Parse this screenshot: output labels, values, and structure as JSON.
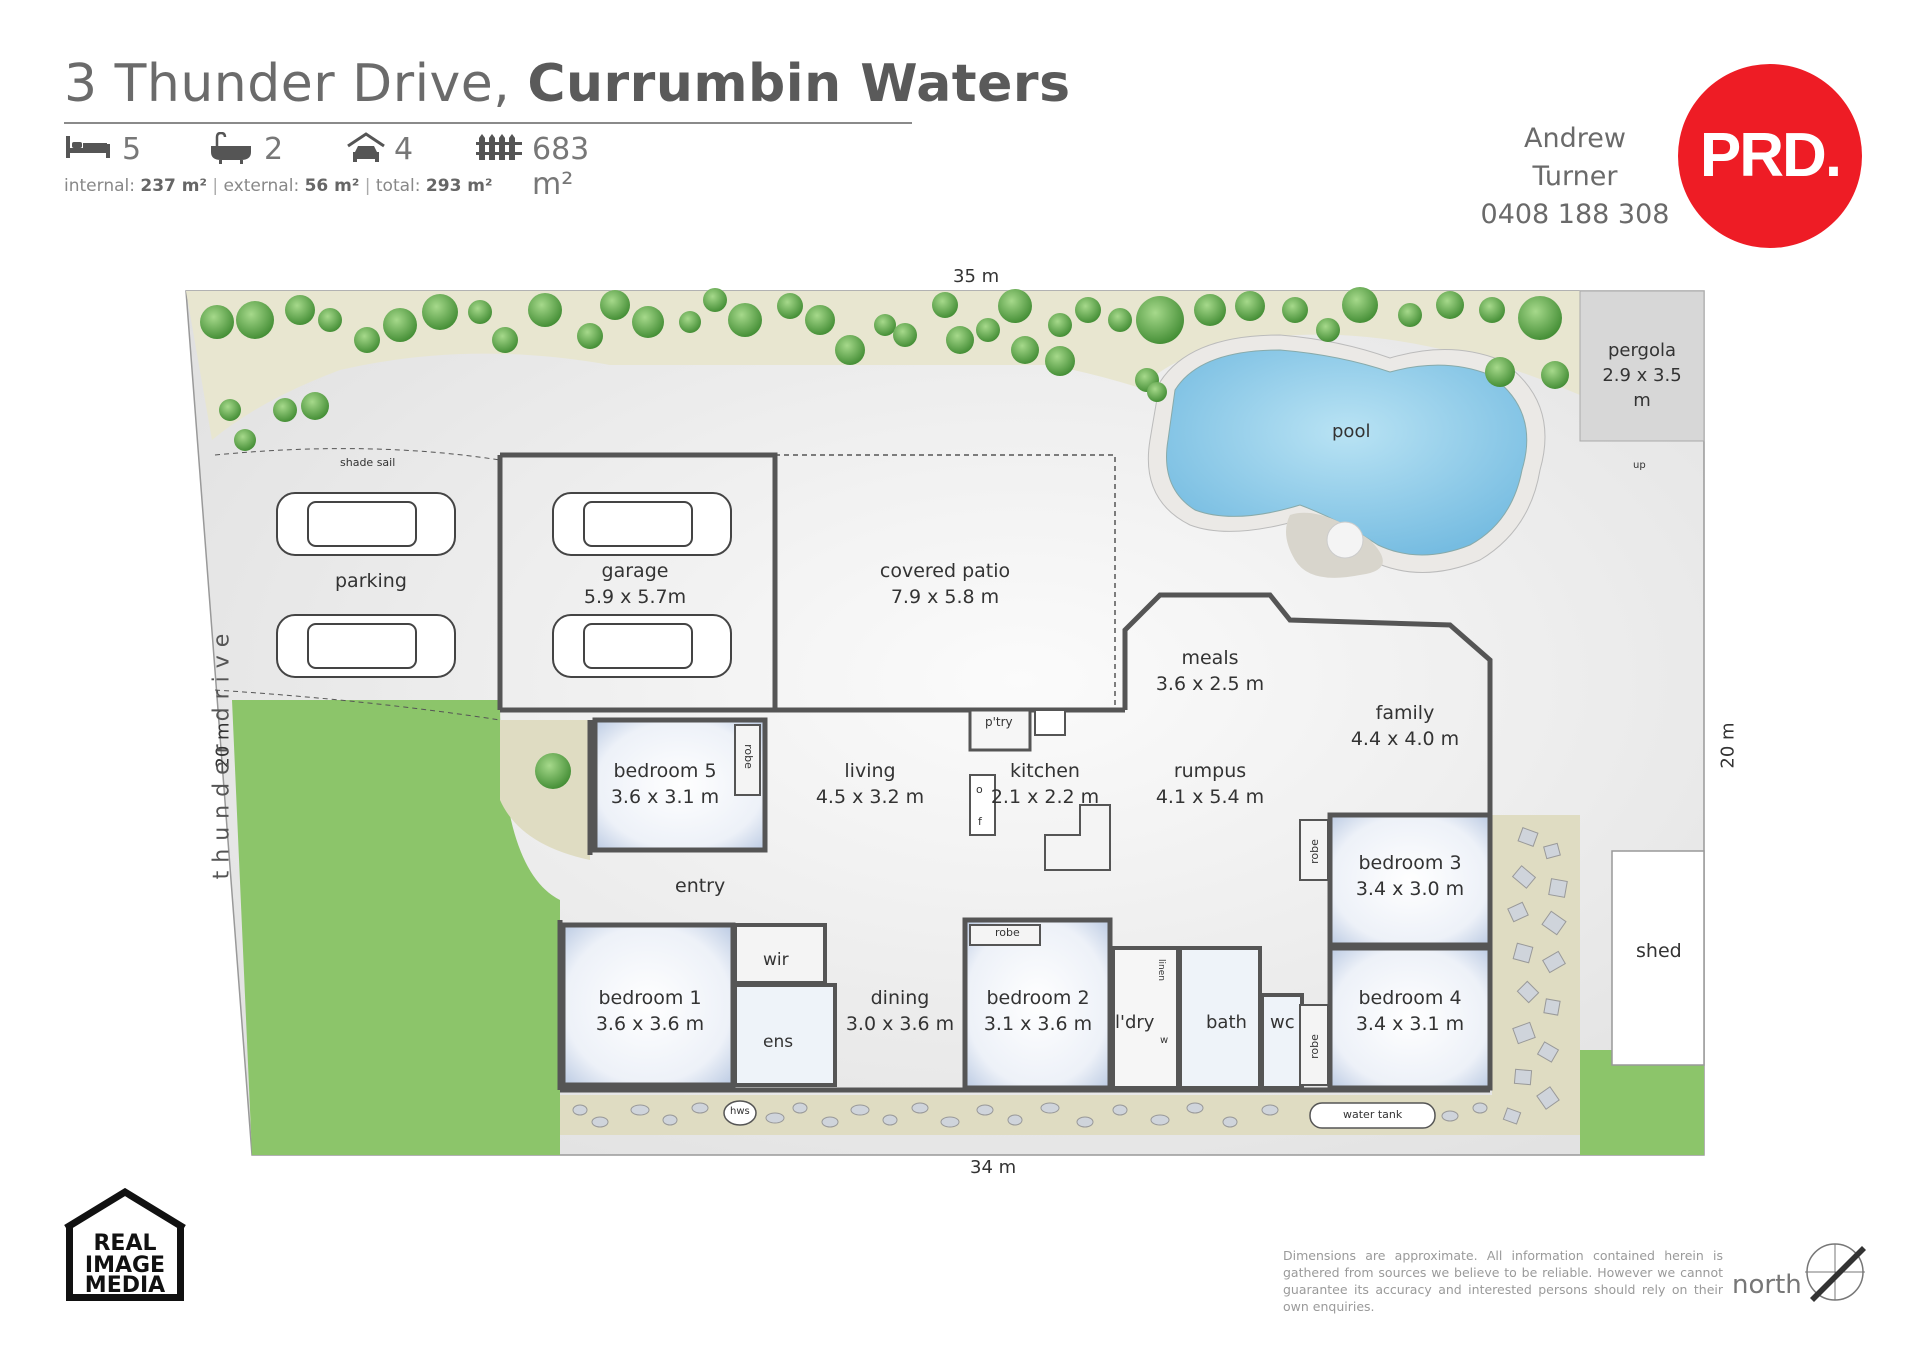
{
  "header": {
    "street": "3 Thunder Drive,",
    "suburb": "Currumbin Waters"
  },
  "stats": {
    "beds": "5",
    "baths": "2",
    "cars": "4",
    "land": "683 m²",
    "internal_label": "internal:",
    "internal_value": "237 m²",
    "external_label": "external:",
    "external_value": "56 m²",
    "total_label": "total:",
    "total_value": "293 m²"
  },
  "icons": {
    "bed": "bed-icon",
    "bath": "bath-icon",
    "car": "garage-car-icon",
    "fence": "fence-icon",
    "compass": "compass-north-icon"
  },
  "agent": {
    "name": "Andrew Turner",
    "phone": "0408 188 308"
  },
  "brand": {
    "prd_logo": "PRD.",
    "prd_color": "#ee1c25",
    "rim_logo_lines": [
      "REAL",
      "IMAGE",
      "MEDIA"
    ]
  },
  "colors": {
    "lawn": "#8cc56a",
    "paving": "#e3e3e3",
    "pool": "#7fc6e8",
    "garden": "#dfdcc2",
    "room_shade": "#c9d6ea",
    "tree": "#4e9a3b"
  },
  "dimensions": {
    "top": "35 m",
    "bottom": "34 m",
    "left": "20 m",
    "right": "20 m"
  },
  "street_name": "thunder drive",
  "rooms": [
    {
      "id": "pergola",
      "name": "pergola",
      "size": "2.9 x 3.5 m"
    },
    {
      "id": "pool",
      "name": "pool",
      "size": ""
    },
    {
      "id": "parking",
      "name": "parking",
      "size": ""
    },
    {
      "id": "garage",
      "name": "garage",
      "size": "5.9 x 5.7m"
    },
    {
      "id": "covered-patio",
      "name": "covered patio",
      "size": "7.9 x 5.8 m"
    },
    {
      "id": "meals",
      "name": "meals",
      "size": "3.6 x 2.5 m"
    },
    {
      "id": "family",
      "name": "family",
      "size": "4.4 x 4.0 m"
    },
    {
      "id": "rumpus",
      "name": "rumpus",
      "size": "4.1 x 5.4 m"
    },
    {
      "id": "kitchen",
      "name": "kitchen",
      "size": "2.1 x 2.2 m"
    },
    {
      "id": "living",
      "name": "living",
      "size": "4.5 x 3.2 m"
    },
    {
      "id": "bedroom-5",
      "name": "bedroom 5",
      "size": "3.6 x 3.1 m"
    },
    {
      "id": "bedroom-1",
      "name": "bedroom 1",
      "size": "3.6 x 3.6 m"
    },
    {
      "id": "dining",
      "name": "dining",
      "size": "3.0 x 3.6 m"
    },
    {
      "id": "bedroom-2",
      "name": "bedroom 2",
      "size": "3.1 x 3.6 m"
    },
    {
      "id": "bedroom-3",
      "name": "bedroom 3",
      "size": "3.4 x 3.0 m"
    },
    {
      "id": "bedroom-4",
      "name": "bedroom 4",
      "size": "3.4 x 3.1 m"
    },
    {
      "id": "shed",
      "name": "shed",
      "size": ""
    },
    {
      "id": "entry",
      "name": "entry",
      "size": ""
    }
  ],
  "small_labels": {
    "shade_sail": "shade sail",
    "up": "up",
    "ptry": "p'try",
    "robe": "robe",
    "wir": "wir",
    "ens": "ens",
    "ldry": "l'dry",
    "bath": "bath",
    "wc": "wc",
    "linen": "linen",
    "w": "w",
    "o": "o",
    "f": "f",
    "hws": "hws",
    "water_tank": "water tank"
  },
  "disclaimer": "Dimensions are approximate. All information contained herein is gathered from sources we believe to be reliable. However we cannot guarantee its accuracy and interested persons should rely on their own enquiries.",
  "north_label": "north"
}
